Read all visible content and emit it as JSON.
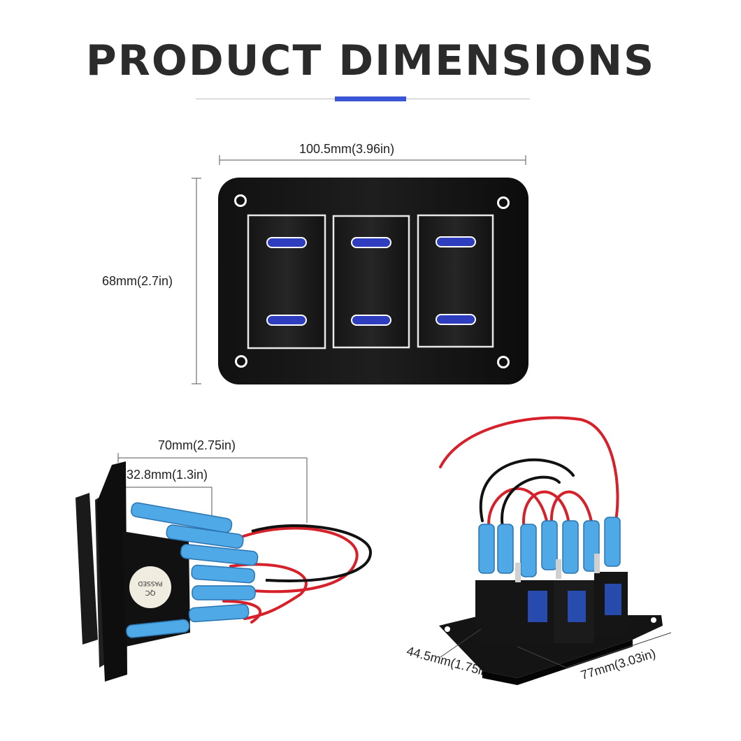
{
  "title": "PRODUCT DIMENSIONS",
  "dimensions": {
    "width": "100.5mm(3.96in)",
    "height": "68mm(2.7in)",
    "depth_total": "70mm(2.75in)",
    "depth_front": "32.8mm(1.3in)",
    "base_depth": "44.5mm(1.75in)",
    "base_width": "77mm(3.03in)"
  },
  "colors": {
    "accent": "#3a55d6",
    "panel": "#0d0d0d",
    "switch_led": "#2f3dbf",
    "terminal_blue": "#4fa9e6",
    "wire_red": "#d6202a"
  }
}
